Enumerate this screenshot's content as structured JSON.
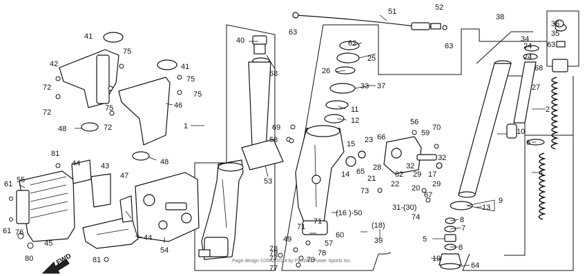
{
  "footer": "Page design ©2002-2024 by Partzilla Power Sports Inc.",
  "fwd_label": "FWD",
  "callouts": {
    "c1": "1",
    "c2": "2",
    "c4": "4",
    "c5": "5",
    "c6": "6",
    "c7": "7",
    "c8a": "8",
    "c8b": "8",
    "c9": "9",
    "c10": "10",
    "c11": "11",
    "c12": "12",
    "c13": "13",
    "c14": "14",
    "c15": "15",
    "c16_50": "(16 )-50",
    "c17": "17",
    "c18": "(18)",
    "c19": "19",
    "c20": "20",
    "c21": "21",
    "c22": "22",
    "c23": "23",
    "c24a": "24",
    "c24b": "24",
    "c25": "25",
    "c26": "26",
    "c27": "27",
    "c28": "28",
    "c29a": "29",
    "c29b": "29",
    "c31_30": "31-(30)",
    "c32a": "32",
    "c32b": "32",
    "c33": "33",
    "c34": "34",
    "c35": "35",
    "c36": "36",
    "c37": "37",
    "c38": "38",
    "c39": "39",
    "c40": "40",
    "c41a": "41",
    "c41b": "41",
    "c42": "42",
    "c43": "43",
    "c44a": "44",
    "c44b": "44",
    "c45": "45",
    "c46": "46",
    "c47": "47",
    "c48a": "48",
    "c48b": "48",
    "c49": "49",
    "c51": "51",
    "c52": "52",
    "c53": "53",
    "c54": "54",
    "c55": "55",
    "c56": "56",
    "c57": "57",
    "c58": "58",
    "c59": "59",
    "c60": "60",
    "c61a": "61",
    "c61b": "61",
    "c62": "62",
    "c63a": "63",
    "c63b": "63",
    "c63c": "63",
    "c64": "64",
    "c65": "65",
    "c66": "66",
    "c67": "67",
    "c68a": "68",
    "c68b": "68",
    "c69": "69",
    "c70": "70",
    "c71a": "71",
    "c71b": "71",
    "c72a": "72",
    "c72b": "72",
    "c72c": "72",
    "c73": "73",
    "c74": "74",
    "c75a": "75",
    "c75b": "75",
    "c75c": "75",
    "c75d": "75",
    "c76": "76",
    "c77a": "77",
    "c77b": "77",
    "c78a": "78",
    "c78b": "78",
    "c79a": "79",
    "c79b": "79",
    "c80": "80",
    "c81a": "81",
    "c81b": "81",
    "c82": "82"
  }
}
